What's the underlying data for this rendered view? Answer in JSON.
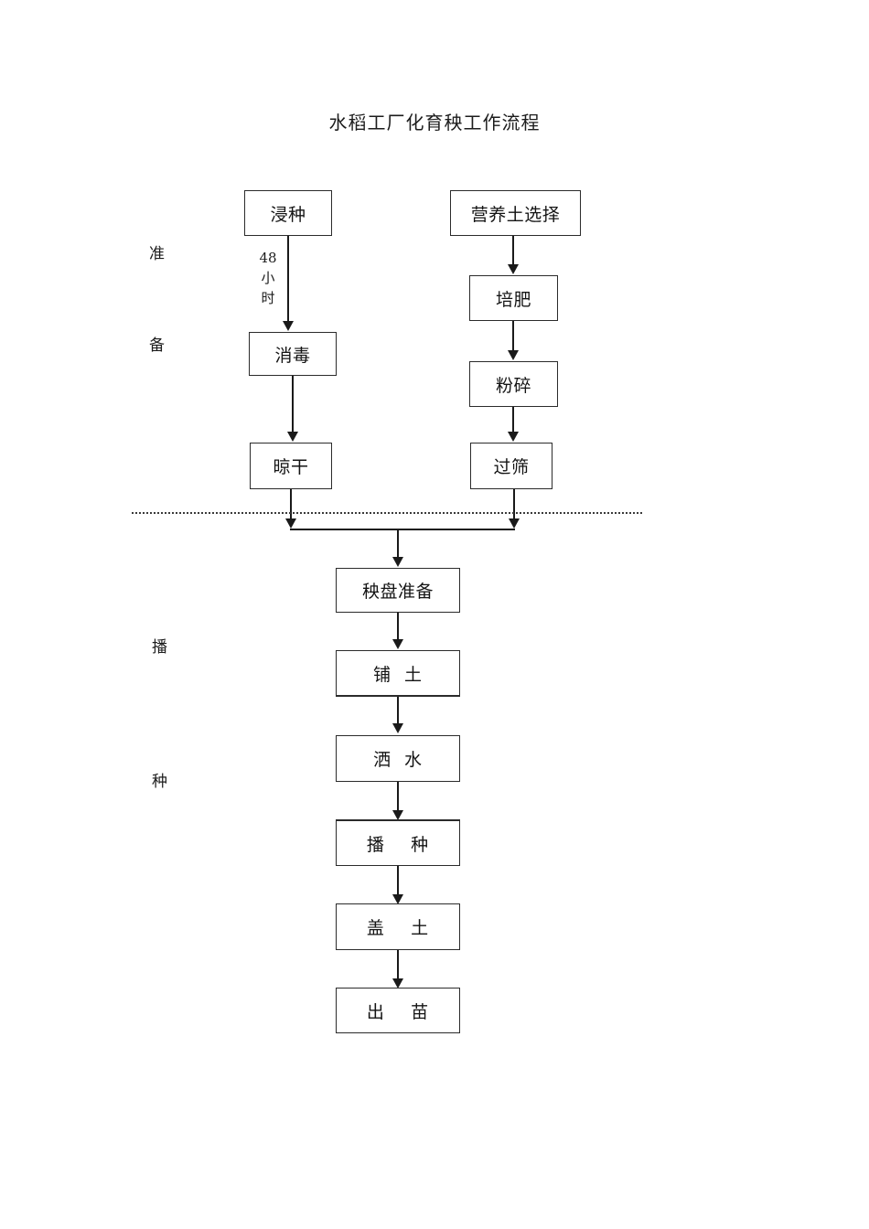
{
  "document": {
    "title": "水稻工厂化育秧工作流程"
  },
  "stages": [
    {
      "name": "preparation",
      "char_1": "准",
      "char_2": "备"
    },
    {
      "name": "sowing",
      "char_1": "播",
      "char_2": "种"
    }
  ],
  "flow": {
    "seed_branch": [
      {
        "id": "seed-soaking",
        "label": "浸种"
      },
      {
        "id": "disinfection",
        "label": "消毒"
      },
      {
        "id": "air-drying",
        "label": "晾干"
      }
    ],
    "soil_branch": [
      {
        "id": "soil-selection",
        "label": "营养土选择"
      },
      {
        "id": "fertilization",
        "label": "培肥"
      },
      {
        "id": "crushing",
        "label": "粉碎"
      },
      {
        "id": "sieving",
        "label": "过筛"
      }
    ],
    "main_branch": [
      {
        "id": "tray-preparation",
        "label": "秧盘准备"
      },
      {
        "id": "spread-soil",
        "label": "铺  土"
      },
      {
        "id": "watering",
        "label": "洒  水"
      },
      {
        "id": "sowing",
        "label": "播    种"
      },
      {
        "id": "cover-soil",
        "label": "盖    土"
      },
      {
        "id": "seedling-emergence",
        "label": "出    苗"
      }
    ],
    "annotations": [
      {
        "id": "soak-duration",
        "text": "48\n小\n时"
      }
    ]
  },
  "colors": {
    "line": "#1a1a1a",
    "box_border": "#2b2b2b",
    "text": "#141414",
    "background": "#ffffff",
    "divider": "#3a3a3a"
  }
}
